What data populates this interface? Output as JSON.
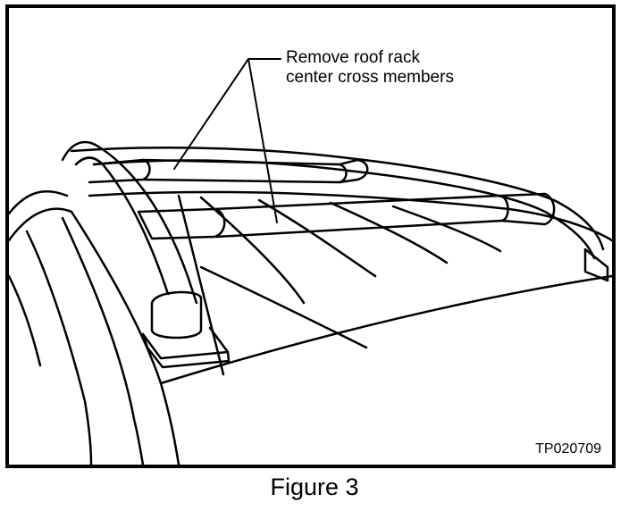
{
  "callout": {
    "line1": "Remove roof rack",
    "line2": "center cross members"
  },
  "figure_code": "TP020709",
  "caption": "Figure 3"
}
